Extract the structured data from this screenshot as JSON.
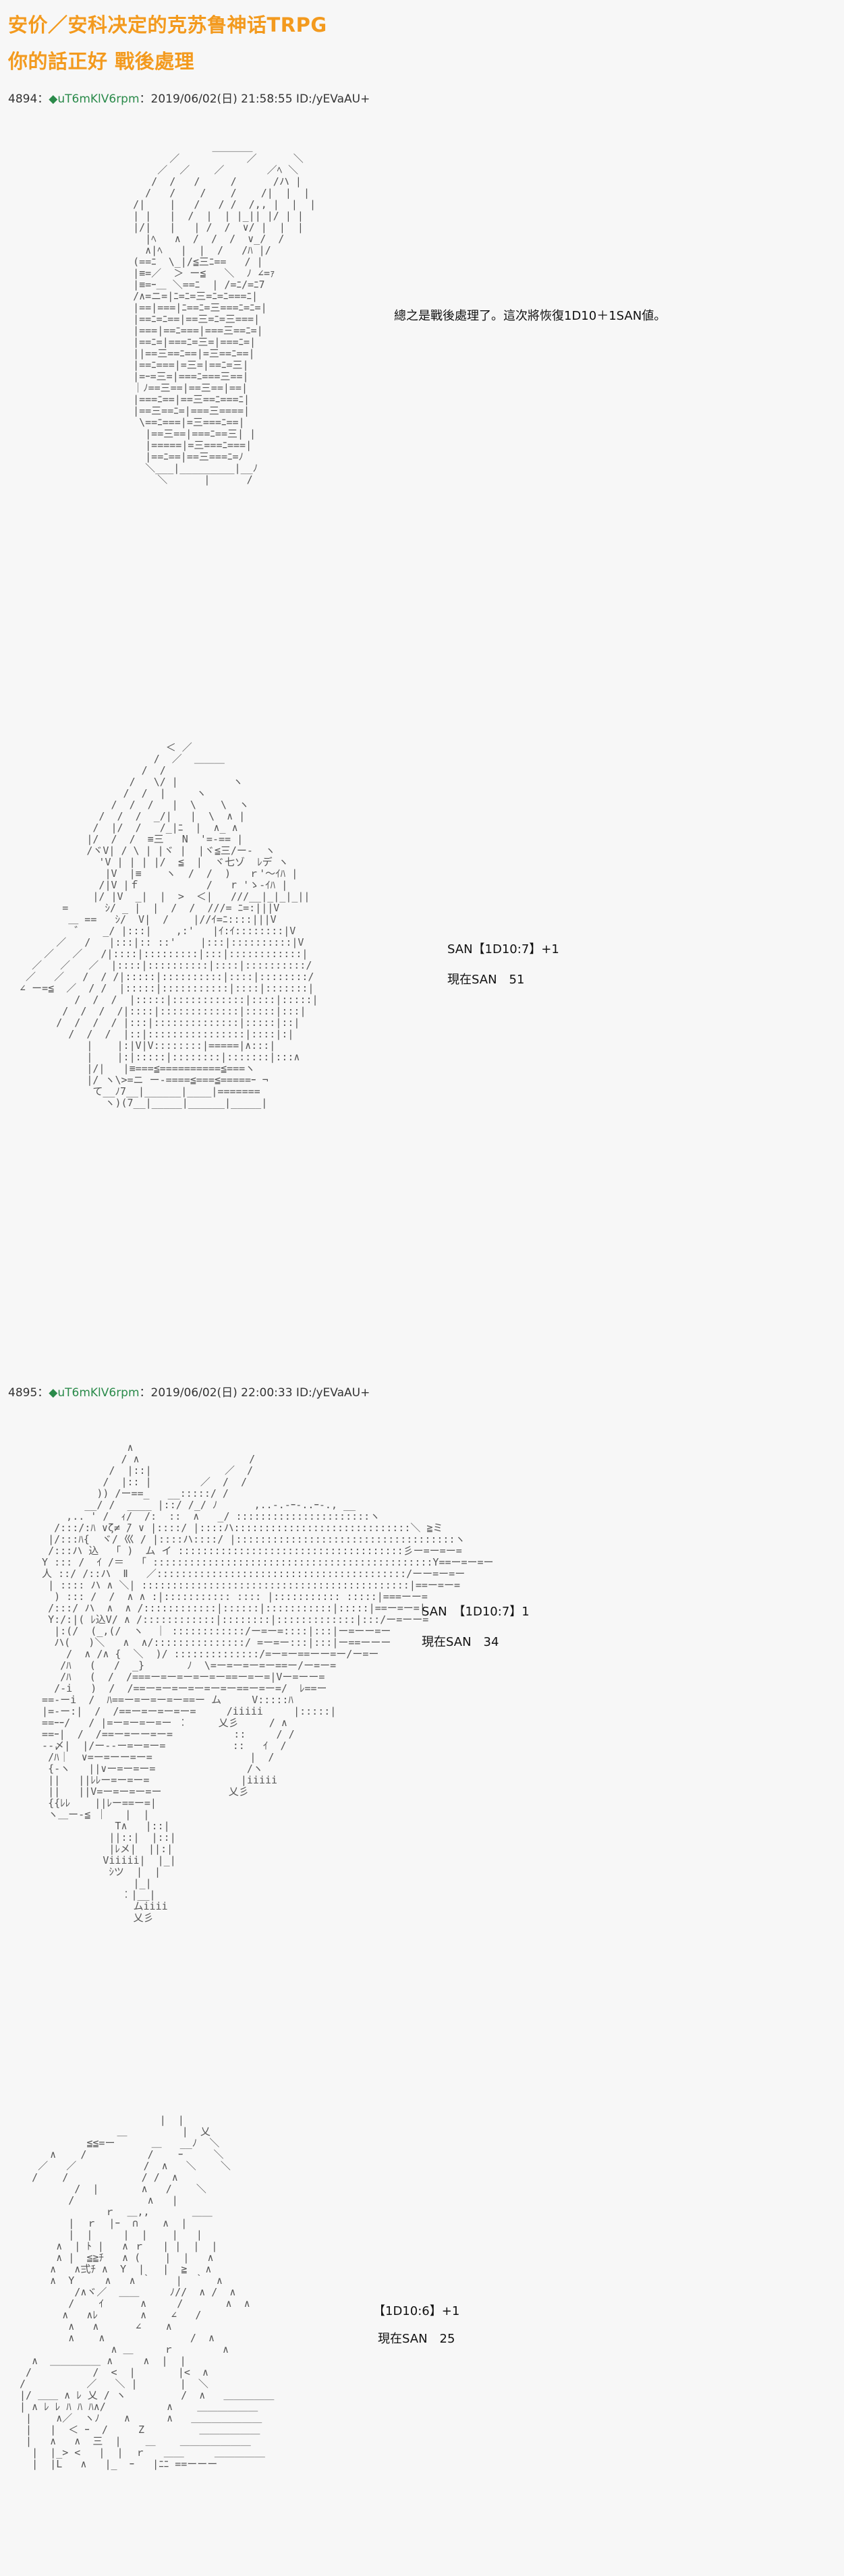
{
  "title": {
    "line1": "安价／安科决定的克苏鲁神话TRPG",
    "line2": "你的話正好 戰後處理"
  },
  "posts": [
    {
      "number": "4894",
      "sep": "：",
      "name": "◆uT6mKlV6rpm",
      "meta": "：2019/06/02(日) 21:58:55 ID:/yEVaAU+"
    },
    {
      "number": "4895",
      "sep": "：",
      "name": "◆uT6mKlV6rpm",
      "meta": "：2019/06/02(日) 22:00:33 ID:/yEVaAU+"
    }
  ],
  "notes": {
    "n1": "總之是戰後處理了。這次將恢復1D10＋1SAN値。",
    "n2_roll": "SAN【1D10:7】+1",
    "n2_now": "現在SAN　51",
    "n3_roll": "SAN　【1D10:7】1",
    "n3_now": "現在SAN　34",
    "n4_roll": "【1D10:6】+1",
    "n4_now": "現在SAN　25"
  }
}
